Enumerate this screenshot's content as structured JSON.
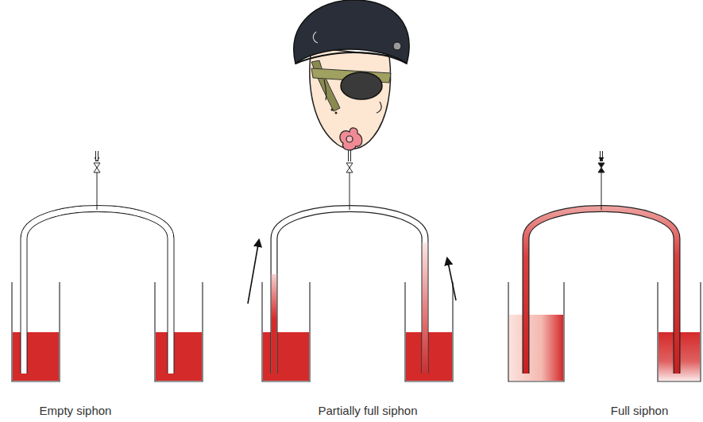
{
  "diagram": {
    "labels": [
      "Empty siphon",
      "Partially full siphon",
      "Full siphon"
    ]
  }
}
